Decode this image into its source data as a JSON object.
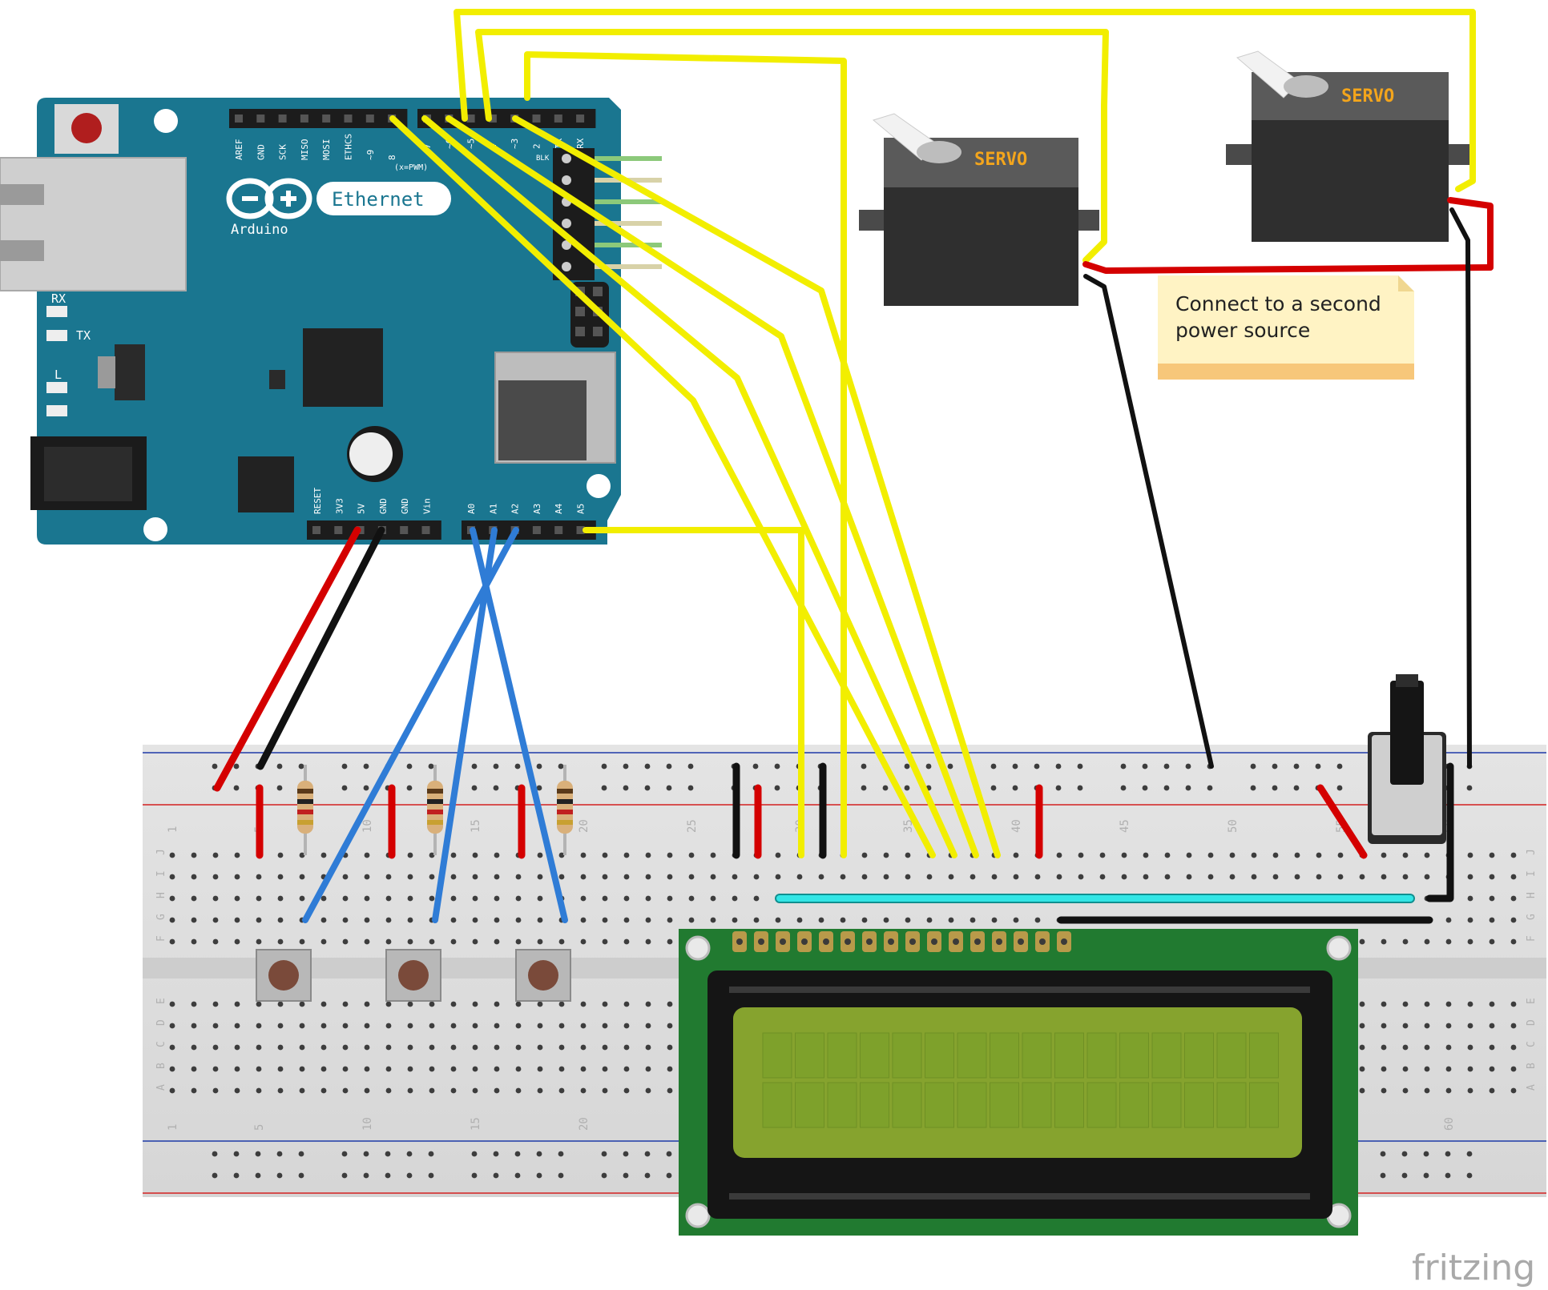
{
  "arduino": {
    "logo_text": "Arduino",
    "ethernet_label": "Ethernet",
    "pwm_note": "(x=PWM)",
    "led_rx": "RX",
    "led_tx": "TX",
    "led_l": "L",
    "blk_label": "BLK",
    "top_header_pins": [
      "AREF",
      "GND",
      "SCK",
      "MISO",
      "MOSI",
      "ETHCS",
      "~9",
      "8"
    ],
    "power_pins": [
      "RESET",
      "3V3",
      "5V",
      "GND",
      "GND",
      "Vin"
    ],
    "analog_pins": [
      "A0",
      "A1",
      "A2",
      "A3",
      "A4",
      "A5"
    ],
    "digital_pins": [
      "7",
      "~6",
      "~5",
      "4",
      "~3",
      "2",
      "TX",
      "RX"
    ]
  },
  "servos": [
    {
      "label": "SERVO"
    },
    {
      "label": "SERVO"
    }
  ],
  "note": {
    "line1": "Connect to a second",
    "line2": "power source"
  },
  "breadboard": {
    "column_numbers": [
      "1",
      "5",
      "10",
      "15",
      "20",
      "25",
      "30",
      "35",
      "40",
      "45",
      "50",
      "55",
      "60"
    ],
    "row_letters_top": [
      "J",
      "I",
      "H",
      "G",
      "F"
    ],
    "row_letters_bottom": [
      "E",
      "D",
      "C",
      "B",
      "A"
    ]
  },
  "watermark": "fritzing",
  "colors": {
    "board": "#1a7690",
    "wire_signal": "#f2ee00",
    "wire_power": "#d40000",
    "wire_ground": "#111111",
    "wire_analog": "#2f7cd6",
    "wire_lcd": "#33e5e5",
    "lcd_pcb": "#217a30",
    "lcd_screen": "#86a32e",
    "note_bg": "#fff3c4"
  }
}
